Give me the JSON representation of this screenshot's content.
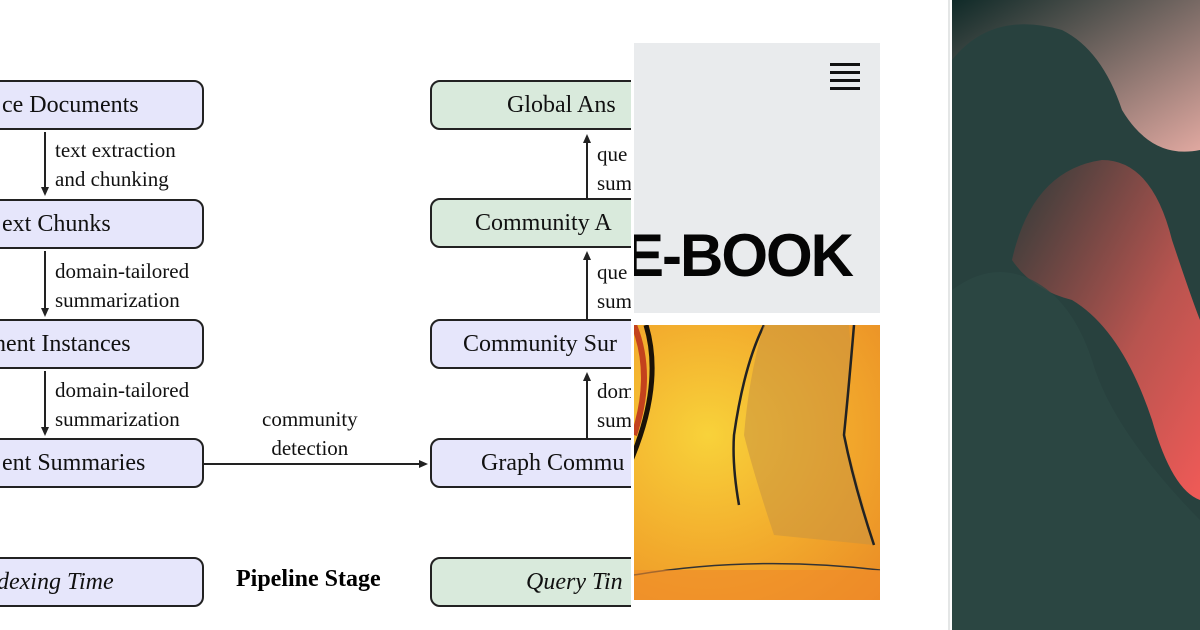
{
  "diagram": {
    "left_boxes": [
      "ce Documents",
      "ext Chunks",
      "nent Instances",
      "ent Summaries",
      "dexing Time"
    ],
    "left_edges": [
      [
        "text extraction",
        "and chunking"
      ],
      [
        "domain-tailored",
        "summarization"
      ],
      [
        "domain-tailored",
        "summarization"
      ]
    ],
    "cross_edge": [
      "community",
      "detection"
    ],
    "stage_label": "Pipeline Stage",
    "right_boxes": [
      "Global Ans",
      "Community A",
      "Community Sur",
      "Graph Commu",
      "Query Tin"
    ],
    "right_edges": [
      [
        "que",
        "sum"
      ],
      [
        "que",
        "sum"
      ],
      [
        "dom",
        "sum"
      ]
    ],
    "colors": {
      "indexing": "#e6e6fb",
      "query": "#d9eadc"
    }
  },
  "ebook": {
    "title": "E-BOOK",
    "menu_icon": "hamburger-menu-icon"
  },
  "colors": {
    "abstract_bg": "#24403d",
    "abstract_accent": "#f05a57",
    "painting": "#f2a92c"
  }
}
